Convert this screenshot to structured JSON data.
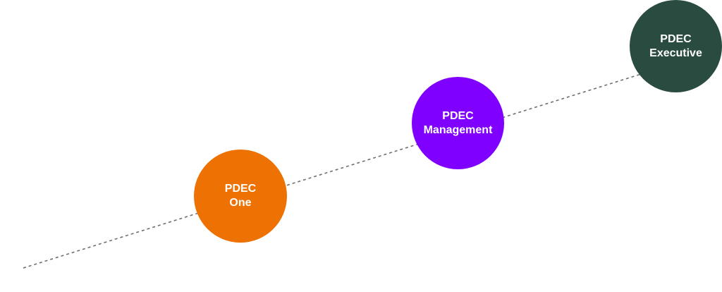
{
  "nodes": [
    {
      "line1": "PDEC",
      "line2": "One",
      "color": "#ED7203"
    },
    {
      "line1": "PDEC",
      "line2": "Management",
      "color": "#8000FF"
    },
    {
      "line1": "PDEC",
      "line2": "Executive",
      "color": "#2A4B3F"
    }
  ],
  "line": {
    "color": "#6f6f6f",
    "style": "dashed"
  }
}
